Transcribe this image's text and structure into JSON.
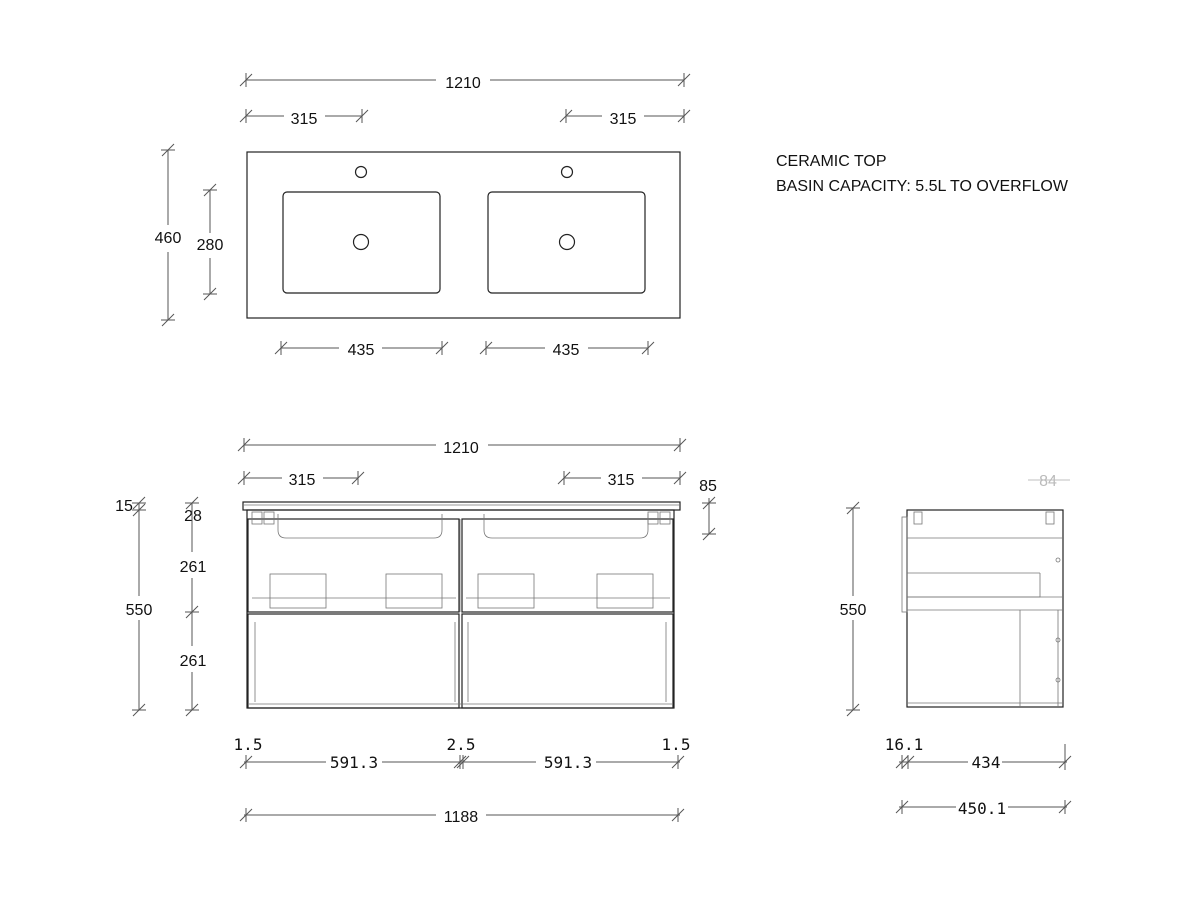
{
  "notes": {
    "line1": "CERAMIC TOP",
    "line2": "BASIN CAPACITY: 5.5L TO OVERFLOW"
  },
  "plan_view": {
    "overall_width": "1210",
    "hole_offset_left": "315",
    "hole_offset_right": "315",
    "depth": "460",
    "basin_depth": "280",
    "basin_width_left": "435",
    "basin_width_right": "435"
  },
  "front_view": {
    "overall_width": "1210",
    "hole_offset_left": "315",
    "hole_offset_right": "315",
    "top_thickness": "85",
    "top_gap": "15",
    "drawer_top_gap": "28",
    "overall_height": "550",
    "upper_drawer_height": "261",
    "lower_drawer_height": "261",
    "side_gap_left": "1.5",
    "center_gap": "2.5",
    "side_gap_right": "1.5",
    "drawer_width_left": "591.3",
    "drawer_width_right": "591.3",
    "cabinet_width": "1188"
  },
  "side_view": {
    "top_depth": "84",
    "overall_height": "550",
    "front_thickness": "16.1",
    "body_depth": "434",
    "overall_depth": "450.1"
  }
}
